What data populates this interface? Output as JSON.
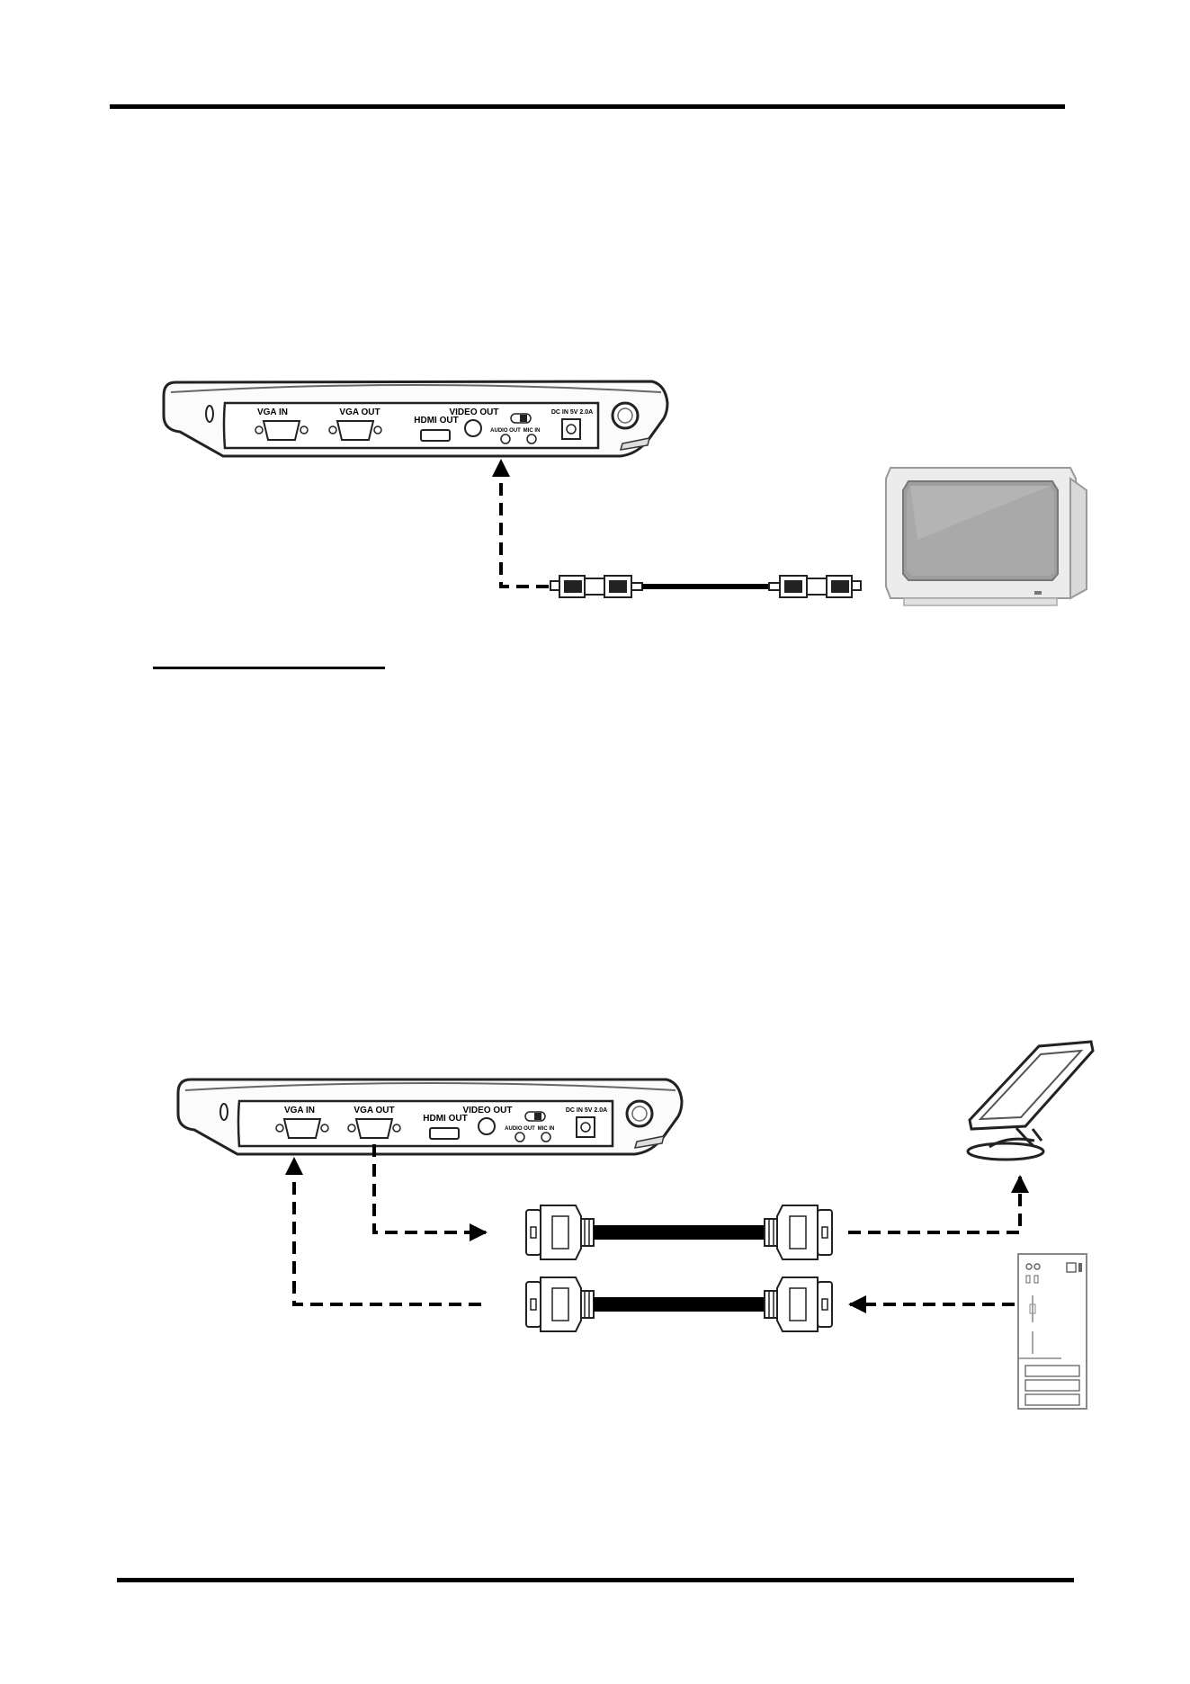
{
  "diagram1": {
    "device_ports": {
      "vga_in": "VGA IN",
      "vga_out": "VGA OUT",
      "hdmi_out": "HDMI OUT",
      "video_out": "VIDEO OUT",
      "audio_out": "AUDIO OUT",
      "mic_in": "MIC IN",
      "dc_in": "DC IN 5V 2.0A"
    }
  },
  "diagram2": {
    "device_ports": {
      "vga_in": "VGA IN",
      "vga_out": "VGA OUT",
      "hdmi_out": "HDMI OUT",
      "video_out": "VIDEO OUT",
      "audio_out": "AUDIO OUT",
      "mic_in": "MIC IN",
      "dc_in": "DC IN 5V 2.0A"
    }
  }
}
